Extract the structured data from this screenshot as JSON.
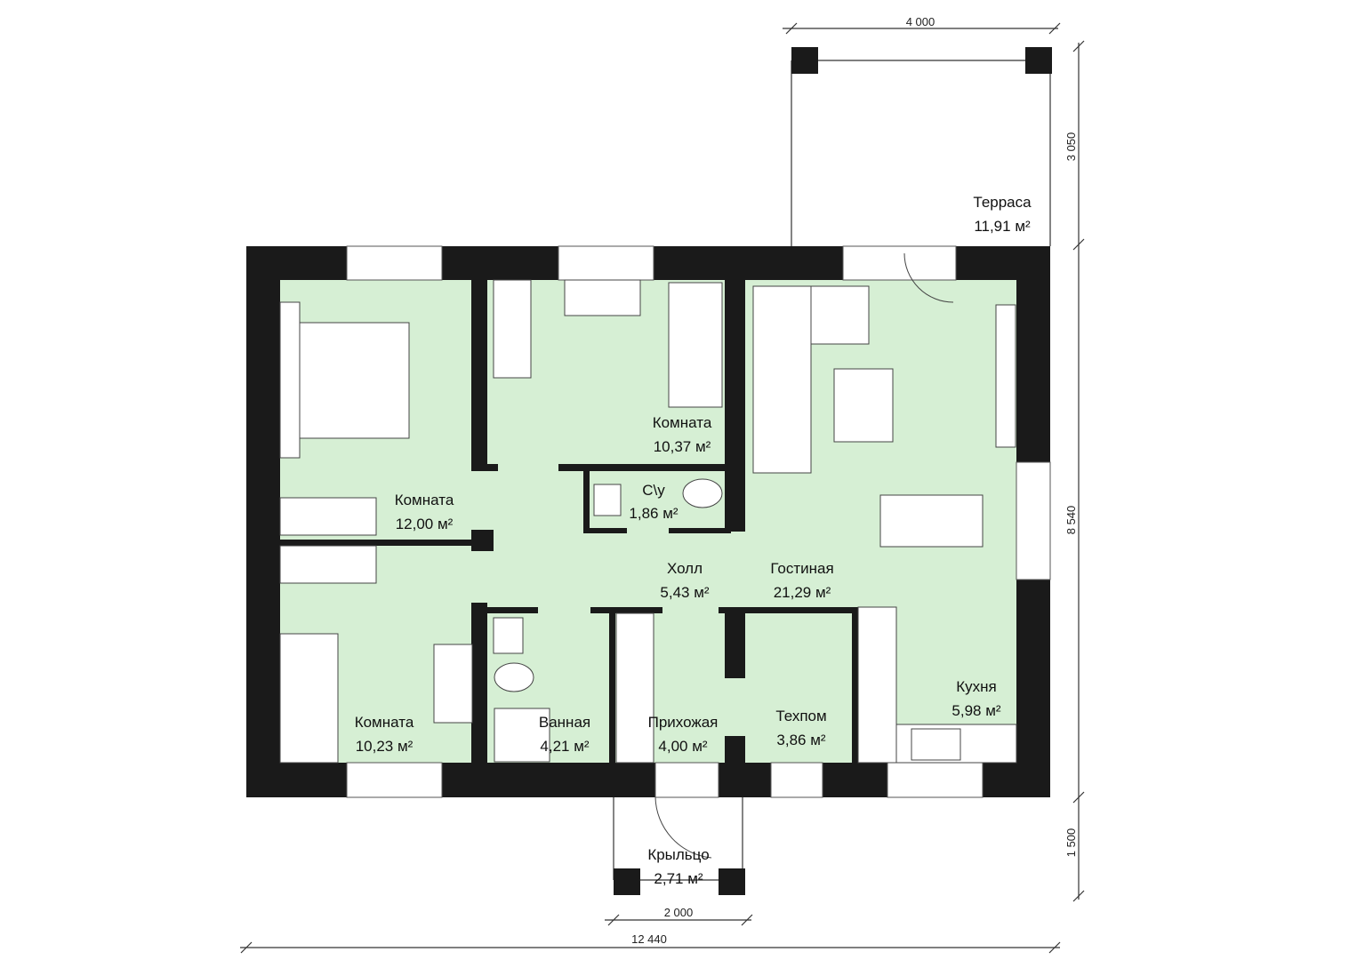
{
  "colors": {
    "room_fill": "#d6efd4",
    "wall": "#1a1a1a"
  },
  "rooms": [
    {
      "name": "Терраса",
      "area": "11,91 м²"
    },
    {
      "name": "Комната",
      "area": "10,37 м²"
    },
    {
      "name": "Комната",
      "area": "12,00 м²"
    },
    {
      "name": "С\\у",
      "area": "1,86 м²"
    },
    {
      "name": "Холл",
      "area": "5,43 м²"
    },
    {
      "name": "Гостиная",
      "area": "21,29 м²"
    },
    {
      "name": "Кухня",
      "area": "5,98 м²"
    },
    {
      "name": "Комната",
      "area": "10,23 м²"
    },
    {
      "name": "Ванная",
      "area": "4,21 м²"
    },
    {
      "name": "Прихожая",
      "area": "4,00 м²"
    },
    {
      "name": "Техпом",
      "area": "3,86 м²"
    },
    {
      "name": "Крыльцо",
      "area": "2,71 м²"
    }
  ],
  "dimensions": {
    "terrace_width": "4 000",
    "terrace_depth": "3 050",
    "house_depth": "8 540",
    "porch_depth": "1 500",
    "porch_width": "2 000",
    "house_width": "12 440"
  }
}
